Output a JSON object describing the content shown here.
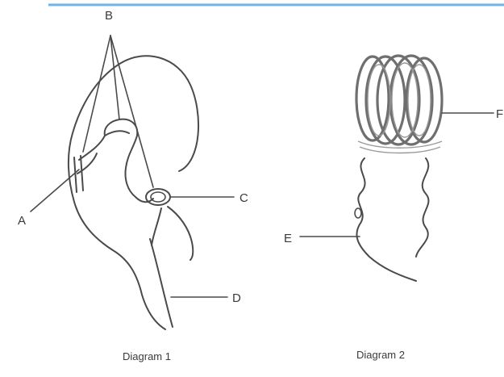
{
  "accent_color": "#6fb3e8",
  "diagram1": {
    "caption": "Diagram 1",
    "labels": {
      "A": "A",
      "B": "B",
      "C": "C",
      "D": "D"
    }
  },
  "diagram2": {
    "caption": "Diagram 2",
    "labels": {
      "E": "E",
      "F": "F"
    }
  }
}
